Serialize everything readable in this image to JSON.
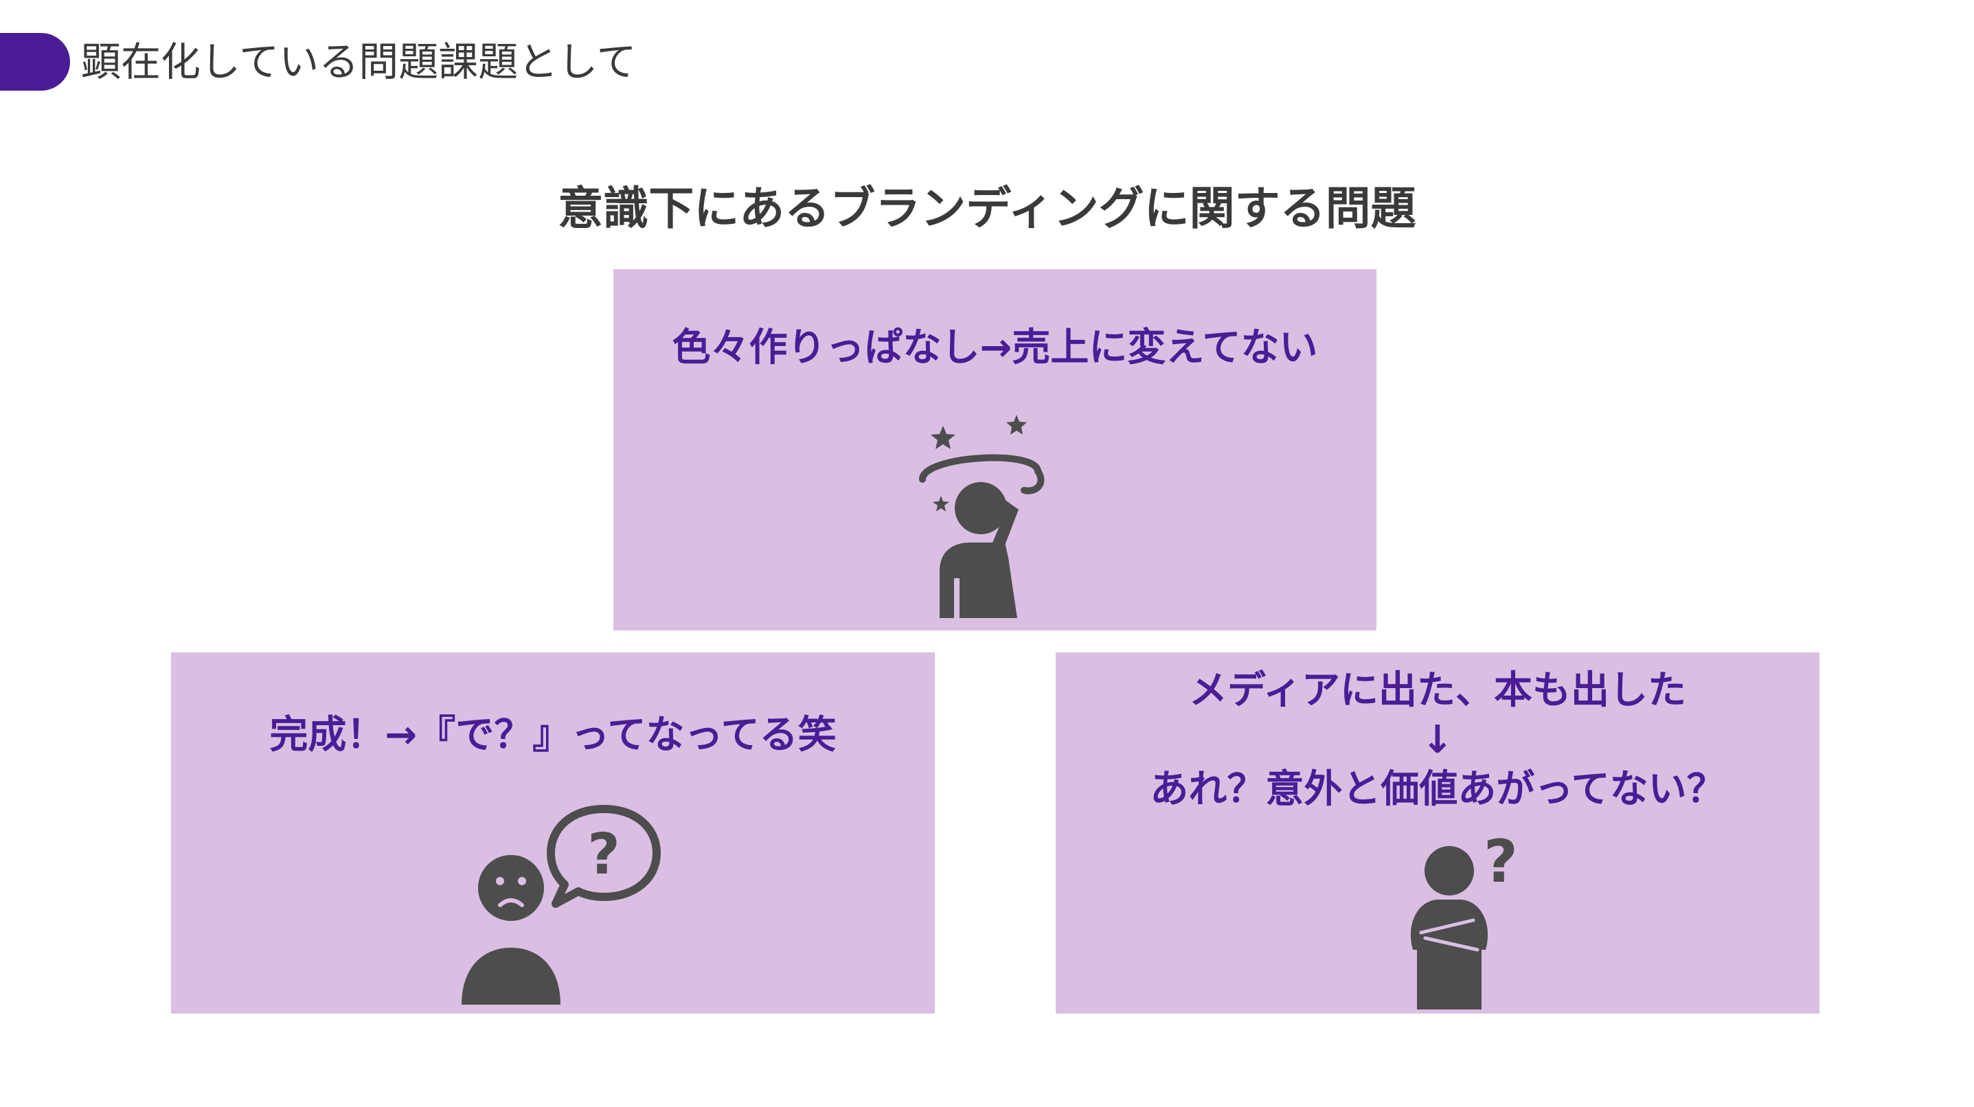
{
  "header": {
    "title": "顕在化している問題課題として"
  },
  "main": {
    "heading": "意識下にあるブランディングに関する問題"
  },
  "cards": [
    {
      "lines": [
        "色々作りっぱなし→売上に変えてない"
      ],
      "icon": "dizzy-person-icon"
    },
    {
      "lines": [
        "完成！→『で？』ってなってる笑"
      ],
      "icon": "confused-person-speech-bubble-icon"
    },
    {
      "lines": [
        "メディアに出た、本も出した",
        "↓",
        "あれ？意外と価値あがってない？"
      ],
      "icon": "thinking-person-arms-crossed-icon"
    }
  ],
  "colors": {
    "accent": "#4a1d96",
    "card_bg": "#dabfe3",
    "heading_text": "#3a3a3a",
    "card_text": "#4a1d96",
    "icon": "#4d4d4d"
  }
}
